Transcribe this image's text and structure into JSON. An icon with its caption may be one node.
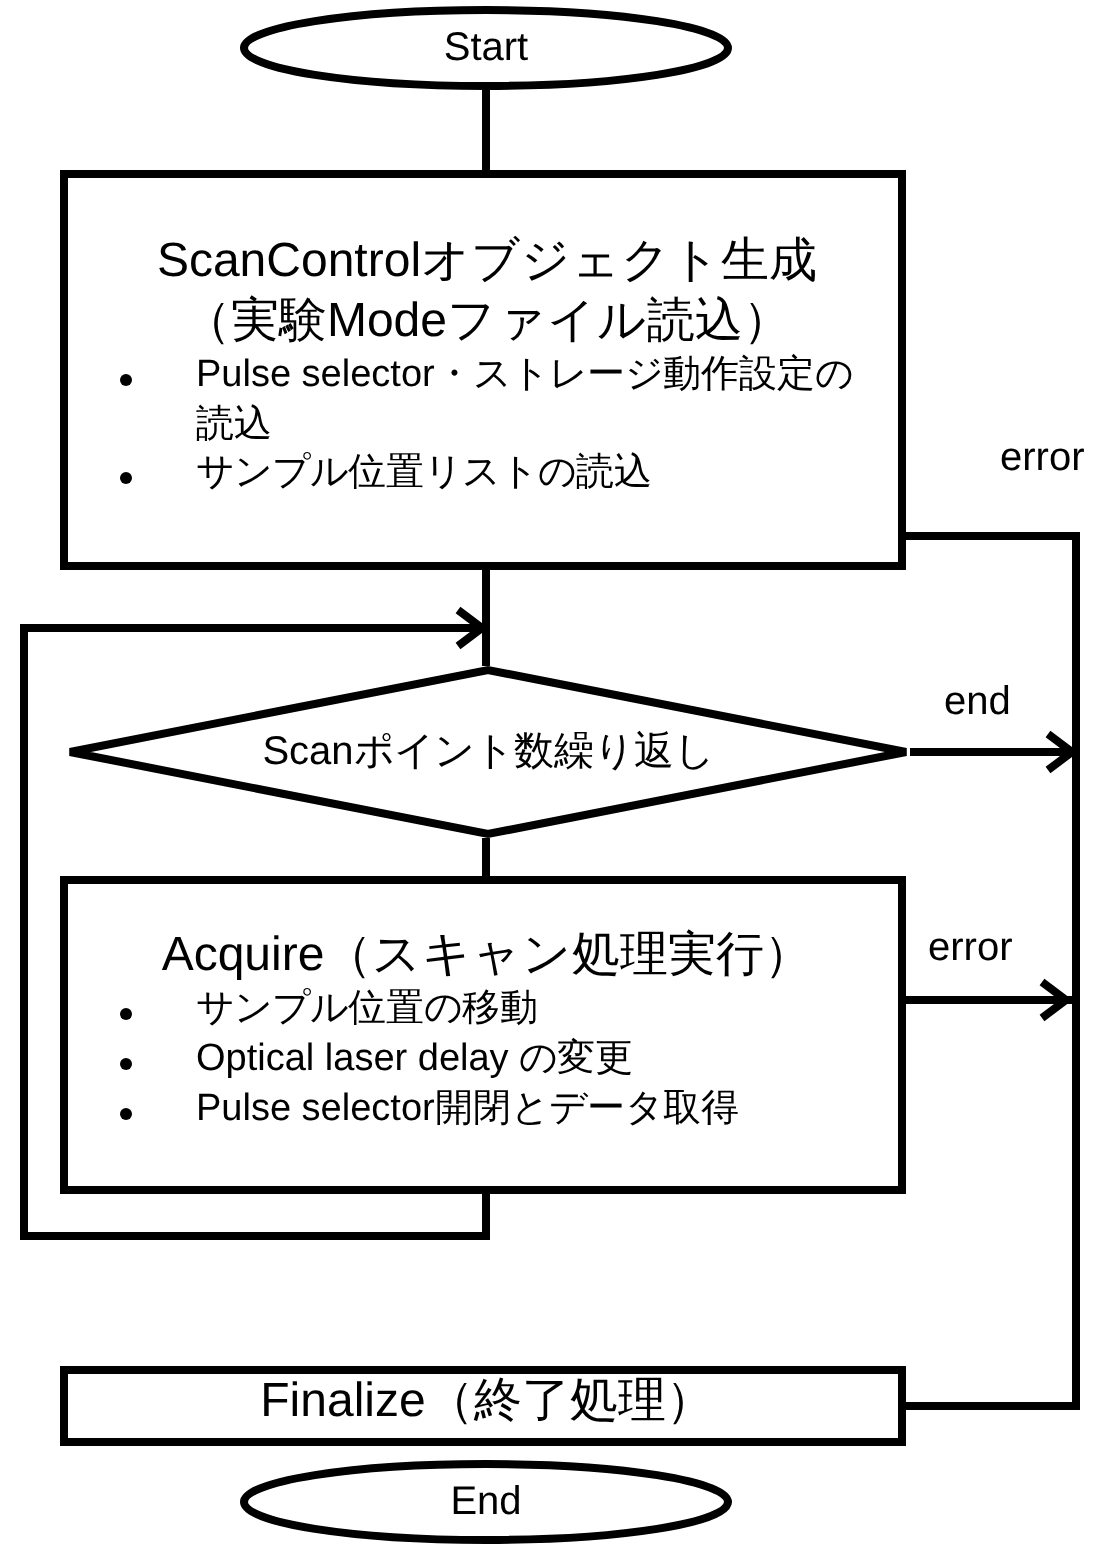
{
  "diagram": {
    "nodes": [
      {
        "text": [
          "Start"
        ]
      },
      {
        "text": [
          "ScanControlオブジェクト生成",
          "（実験Modeファイル読込）",
          "Pulse selector・ストレージ動作設定の読込",
          "サンプル位置リストの読込"
        ]
      },
      {
        "text": [
          "Scanポイント数繰り返し"
        ]
      },
      {
        "text": [
          "Acquire（スキャン処理実行）",
          "サンプル位置の移動",
          "Optical laser delay の変更",
          "Pulse selector開閉とデータ取得"
        ]
      },
      {
        "text": [
          "Finalize（終了処理）"
        ]
      },
      {
        "text": [
          "End"
        ]
      }
    ],
    "edges": [
      {
        "from": 0,
        "to": 1,
        "arrow": "none"
      },
      {
        "from": 1,
        "to": 2,
        "arrow": "none"
      },
      {
        "from": 2,
        "to": 3,
        "arrow": "none"
      },
      {
        "from": 3,
        "to": 2,
        "arrow": "to"
      },
      {
        "from": 2,
        "to": 4,
        "arrow": "to",
        "label": "end"
      },
      {
        "from": 1,
        "to": 4,
        "arrow": "none",
        "label": "error"
      },
      {
        "from": 3,
        "to": 4,
        "arrow": "to",
        "label": "error"
      }
    ]
  }
}
